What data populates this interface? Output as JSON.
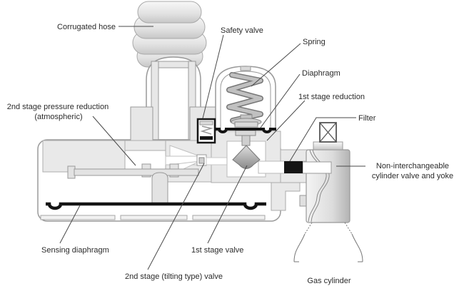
{
  "diagram": {
    "labels": {
      "corrugated_hose": "Corrugated hose",
      "safety_valve": "Safety valve",
      "spring": "Spring",
      "diaphragm": "Diaphragm",
      "first_stage_reduction": "1st stage reduction",
      "filter": "Filter",
      "second_stage_pressure_reduction": {
        "line1": "2nd stage pressure reduction",
        "line2": "(atmospheric)"
      },
      "cylinder_valve": {
        "line1": "Non-interchangeable",
        "line2": "cylinder valve and yoke"
      },
      "sensing_diaphragm": "Sensing diaphragm",
      "first_stage_valve": "1st stage valve",
      "second_stage_valve": "2nd stage (tilting type) valve",
      "gas_cylinder": "Gas cylinder"
    },
    "colors": {
      "outline": "#999999",
      "dark": "#141414",
      "metal_fill": "#e9e9e9",
      "text": "#2b2b2b"
    }
  }
}
